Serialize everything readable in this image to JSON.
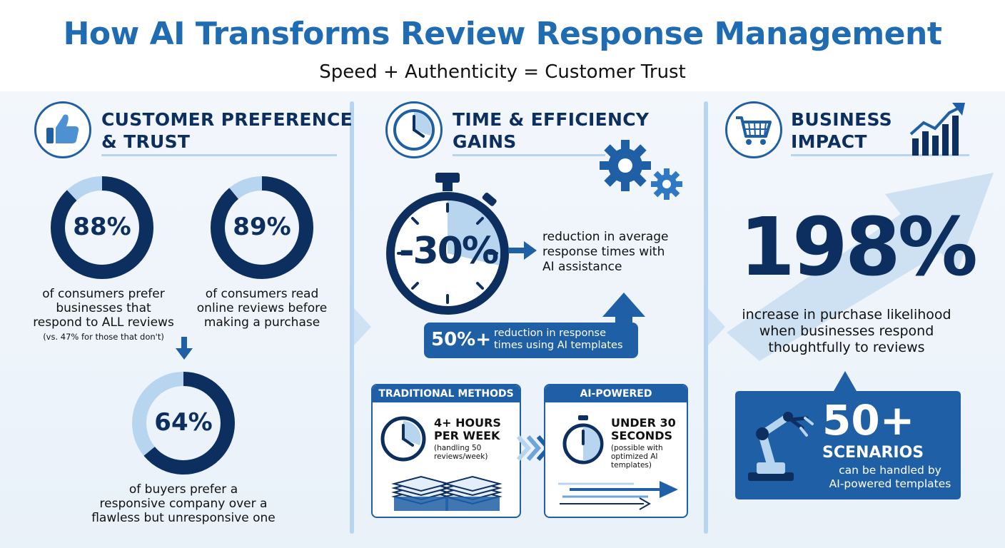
{
  "header": {
    "title": "How AI Transforms Review Response Management",
    "subtitle": "Speed + Authenticity = Customer Trust"
  },
  "colors": {
    "dark_navy": "#0d2f5f",
    "primary_blue": "#1f5fa6",
    "title_blue": "#1f6cb3",
    "light_blue": "#b7d5ee"
  },
  "customer": {
    "icon": "thumbs-up-icon",
    "heading_line1": "CUSTOMER PREFERENCE",
    "heading_line2": "& TRUST",
    "stat1": {
      "value": "88%",
      "fraction": 0.88,
      "line1": "of consumers prefer",
      "line2": "businesses that",
      "line3": "respond to ALL reviews",
      "note": "(vs. 47% for those that don't)"
    },
    "stat2": {
      "value": "89%",
      "fraction": 0.89,
      "line1": "of consumers read",
      "line2": "online reviews before",
      "line3": "making a purchase"
    },
    "stat3": {
      "value": "64%",
      "fraction": 0.64,
      "line1": "of buyers prefer a",
      "line2": "responsive company over a",
      "line3": "flawless but unresponsive one"
    }
  },
  "time": {
    "icon": "clock-icon",
    "heading_line1": "TIME & EFFICIENCY",
    "heading_line2": "GAINS",
    "stopwatch_value": "-30%",
    "stopwatch_line1": "reduction in average",
    "stopwatch_line2": "response times with",
    "stopwatch_line3": "AI assistance",
    "badge_value": "50%+",
    "badge_line1": "reduction in response",
    "badge_line2": "times using AI templates",
    "traditional": {
      "label": "TRADITIONAL METHODS",
      "value_line1": "4+ HOURS",
      "value_line2": "PER WEEK",
      "note_line1": "(handling 50",
      "note_line2": "reviews/week)"
    },
    "ai": {
      "label": "AI-POWERED",
      "value_line1": "UNDER 30",
      "value_line2": "SECONDS",
      "note_line1": "(possible with",
      "note_line2": "optimized AI",
      "note_line3": "templates)"
    }
  },
  "business": {
    "icon": "shopping-cart-icon",
    "heading_line1": "BUSINESS",
    "heading_line2": "IMPACT",
    "big_value": "198%",
    "big_line1": "increase in purchase likelihood",
    "big_line2": "when businesses respond",
    "big_line3": "thoughtfully to reviews",
    "scenarios_value": "50+",
    "scenarios_label": "SCENARIOS",
    "scenarios_line1": "can be handled by",
    "scenarios_line2": "AI-powered templates"
  }
}
